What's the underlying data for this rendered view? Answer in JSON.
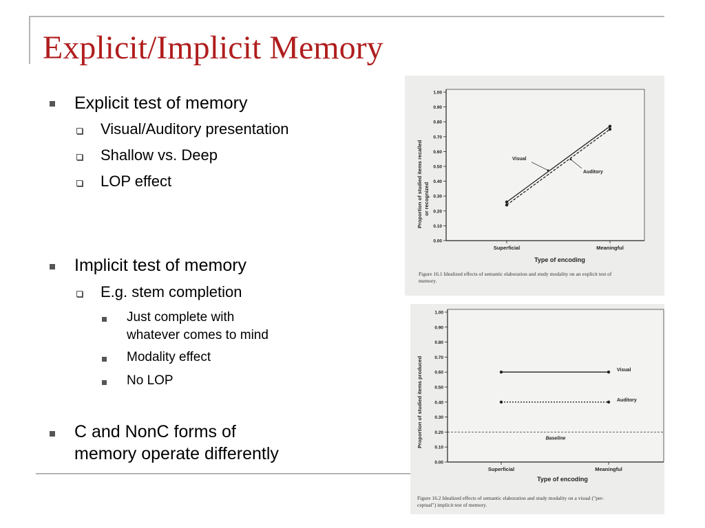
{
  "slide": {
    "title": "Explicit/Implicit Memory",
    "title_color": "#b01e1e"
  },
  "bullets": {
    "explicit": "Explicit test of memory",
    "explicit_sub": [
      "Visual/Auditory presentation",
      "Shallow vs. Deep",
      "LOP effect"
    ],
    "implicit": "Implicit test of memory",
    "implicit_sub": "E.g. stem completion",
    "implicit_sub2": [
      "Just complete with",
      "whatever comes to mind",
      "Modality effect",
      "No LOP"
    ],
    "conclusion_line1": "C and NonC forms of",
    "conclusion_line2": "memory operate differently"
  },
  "chart_data": [
    {
      "type": "line",
      "ylabel_line1": "Proportion of studied items recalled",
      "ylabel_line2": "or recognized",
      "xlabel": "Type of encoding",
      "categories": [
        "Superficial",
        "Meaningful"
      ],
      "yticks": [
        "0.00",
        "0.10",
        "0.20",
        "0.30",
        "0.40",
        "0.50",
        "0.60",
        "0.70",
        "0.80",
        "0.90",
        "1.00"
      ],
      "ylim": [
        0,
        1
      ],
      "series": [
        {
          "name": "Visual",
          "values": [
            0.26,
            0.77
          ],
          "style": "solid"
        },
        {
          "name": "Auditory",
          "values": [
            0.24,
            0.75
          ],
          "style": "dashed"
        }
      ],
      "caption_line1": "Figure 16.1 Idealized effects of semantic elaboration and study modality on an explicit test of",
      "caption_line2": "memory."
    },
    {
      "type": "line",
      "ylabel": "Proportion of studied items produced",
      "xlabel": "Type of encoding",
      "categories": [
        "Superficial",
        "Meaningful"
      ],
      "yticks": [
        "0.00",
        "0.10",
        "0.20",
        "0.30",
        "0.40",
        "0.50",
        "0.60",
        "0.70",
        "0.80",
        "0.90",
        "1.00"
      ],
      "ylim": [
        0,
        1
      ],
      "series": [
        {
          "name": "Visual",
          "values": [
            0.6,
            0.6
          ],
          "style": "solid"
        },
        {
          "name": "Auditory",
          "values": [
            0.4,
            0.4
          ],
          "style": "dotted"
        }
      ],
      "baseline": {
        "label": "Baseline",
        "value": 0.2
      },
      "caption_line1": "Figure 16.2 Idealized effects of semantic elaboration and study modality on a visual (\"per-",
      "caption_line2": "ceptual\") implicit test of memory."
    }
  ]
}
